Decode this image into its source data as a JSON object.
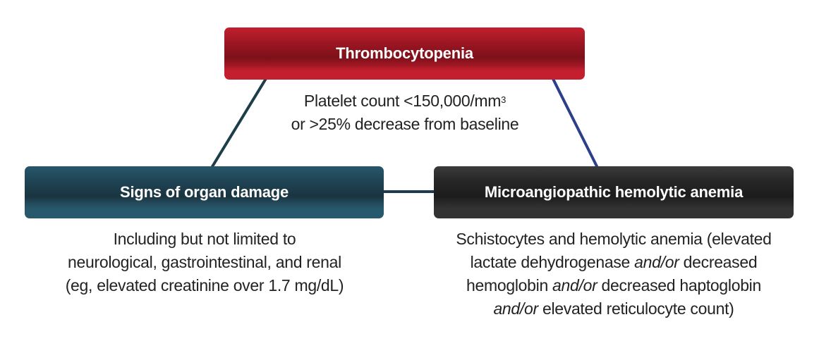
{
  "nodes": {
    "top": {
      "title": "Thrombocytopenia",
      "desc_line1": "Platelet count <150,000/mm",
      "desc_sup": "3",
      "desc_line2": "or >25% decrease from baseline"
    },
    "left": {
      "title": "Signs of organ damage",
      "desc_lines": [
        "Including but not limited to",
        "neurological, gastrointestinal, and renal",
        "(eg, elevated creatinine over 1.7 mg/dL)"
      ]
    },
    "right": {
      "title": "Microangiopathic hemolytic anemia",
      "line1": "Schistocytes and hemolytic anemia (elevated",
      "line2a": "lactate dehydrogenase ",
      "line2b": "and/or",
      "line2c": " decreased",
      "line3a": "hemoglobin ",
      "line3b": "and/or",
      "line3c": " decreased haptoglobin",
      "line4a": "and/or",
      "line4b": " elevated reticulocyte count)"
    }
  },
  "colors": {
    "red": "#c31f2e",
    "teal": "#1f4353",
    "dark": "#262626",
    "left_line": "#1d3d4a",
    "right_line": "#2b3f8c"
  }
}
